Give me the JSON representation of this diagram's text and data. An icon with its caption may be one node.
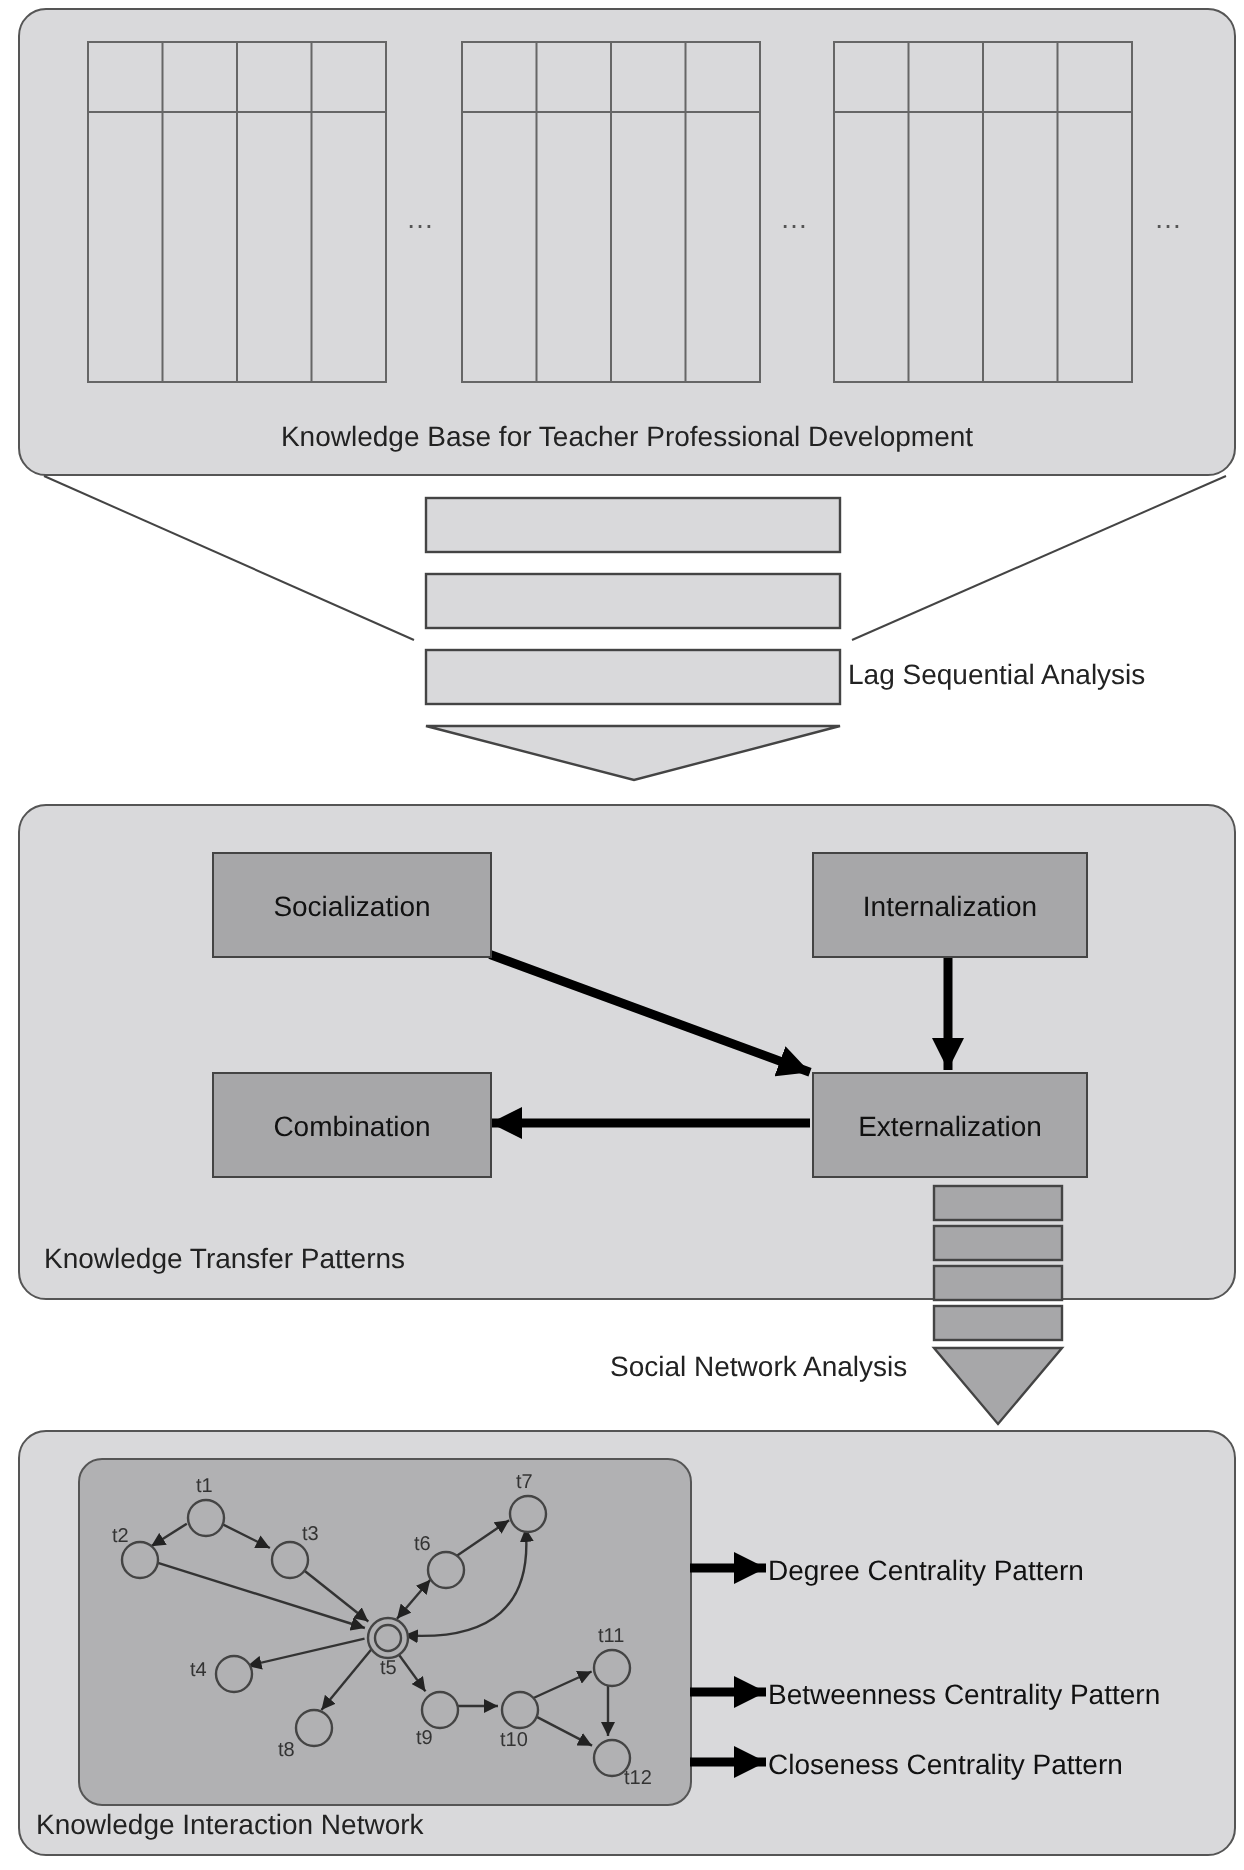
{
  "diagram": {
    "nodes": [
      {
        "text": [
          "Knowledge Base for Teacher Professional Development"
        ]
      },
      {
        "text": [
          "Knowledge Transfer Patterns"
        ]
      },
      {
        "text": [
          "Socialization"
        ],
        "in": 1
      },
      {
        "text": [
          "Internalization"
        ],
        "in": 1
      },
      {
        "text": [
          "Combination"
        ],
        "in": 1
      },
      {
        "text": [
          "Externalization"
        ],
        "in": 1
      },
      {
        "text": [
          "Knowledge Interaction Network"
        ]
      },
      {
        "text": [],
        "shape": "box",
        "in": 6
      },
      {
        "text": [
          "t1"
        ],
        "in": 7
      },
      {
        "text": [
          "t2"
        ],
        "in": 7
      },
      {
        "text": [
          "t3"
        ],
        "in": 7
      },
      {
        "text": [
          "t4"
        ],
        "in": 7
      },
      {
        "text": [
          "t5"
        ],
        "in": 7
      },
      {
        "text": [
          "t6"
        ],
        "in": 7
      },
      {
        "text": [
          "t7"
        ],
        "in": 7
      },
      {
        "text": [
          "t8"
        ],
        "in": 7
      },
      {
        "text": [
          "t9"
        ],
        "in": 7
      },
      {
        "text": [
          "t10"
        ],
        "in": 7
      },
      {
        "text": [
          "t11"
        ],
        "in": 7
      },
      {
        "text": [
          "t12"
        ],
        "in": 7
      },
      {
        "text": [
          "Degree Centrality Pattern"
        ],
        "in": 6
      },
      {
        "text": [
          "Betweenness Centrality Pattern"
        ],
        "in": 6
      },
      {
        "text": [
          "Closeness Centrality Pattern"
        ],
        "in": 6
      }
    ],
    "edges": [
      {
        "from": 2,
        "to": 5,
        "arrow": "to",
        "style": "thick"
      },
      {
        "from": 3,
        "to": 5,
        "arrow": "to",
        "style": "thick"
      },
      {
        "from": 5,
        "to": 4,
        "arrow": "to",
        "style": "thick"
      },
      {
        "from": 8,
        "to": 9,
        "arrow": "to"
      },
      {
        "from": 8,
        "to": 10,
        "arrow": "to"
      },
      {
        "from": 9,
        "to": 12,
        "arrow": "to"
      },
      {
        "from": 10,
        "to": 12,
        "arrow": "to"
      },
      {
        "from": 12,
        "to": 13,
        "arrow": "both"
      },
      {
        "from": 13,
        "to": 14,
        "arrow": "to"
      },
      {
        "from": 12,
        "to": 14,
        "arrow": "both"
      },
      {
        "from": 12,
        "to": 11,
        "arrow": "to"
      },
      {
        "from": 12,
        "to": 15,
        "arrow": "to"
      },
      {
        "from": 12,
        "to": 16,
        "arrow": "to"
      },
      {
        "from": 16,
        "to": 17,
        "arrow": "to"
      },
      {
        "from": 17,
        "to": 18,
        "arrow": "to"
      },
      {
        "from": 17,
        "to": 19,
        "arrow": "to"
      },
      {
        "from": 18,
        "to": 19,
        "arrow": "to"
      },
      {
        "from": 7,
        "to": 20,
        "arrow": "to",
        "style": "thick"
      },
      {
        "from": 7,
        "to": 21,
        "arrow": "to",
        "style": "thick"
      },
      {
        "from": 7,
        "to": 22,
        "arrow": "to",
        "style": "thick"
      }
    ],
    "labels": [
      "…",
      "…",
      "…",
      "Lag Sequential Analysis",
      "Social Network Analysis"
    ]
  }
}
